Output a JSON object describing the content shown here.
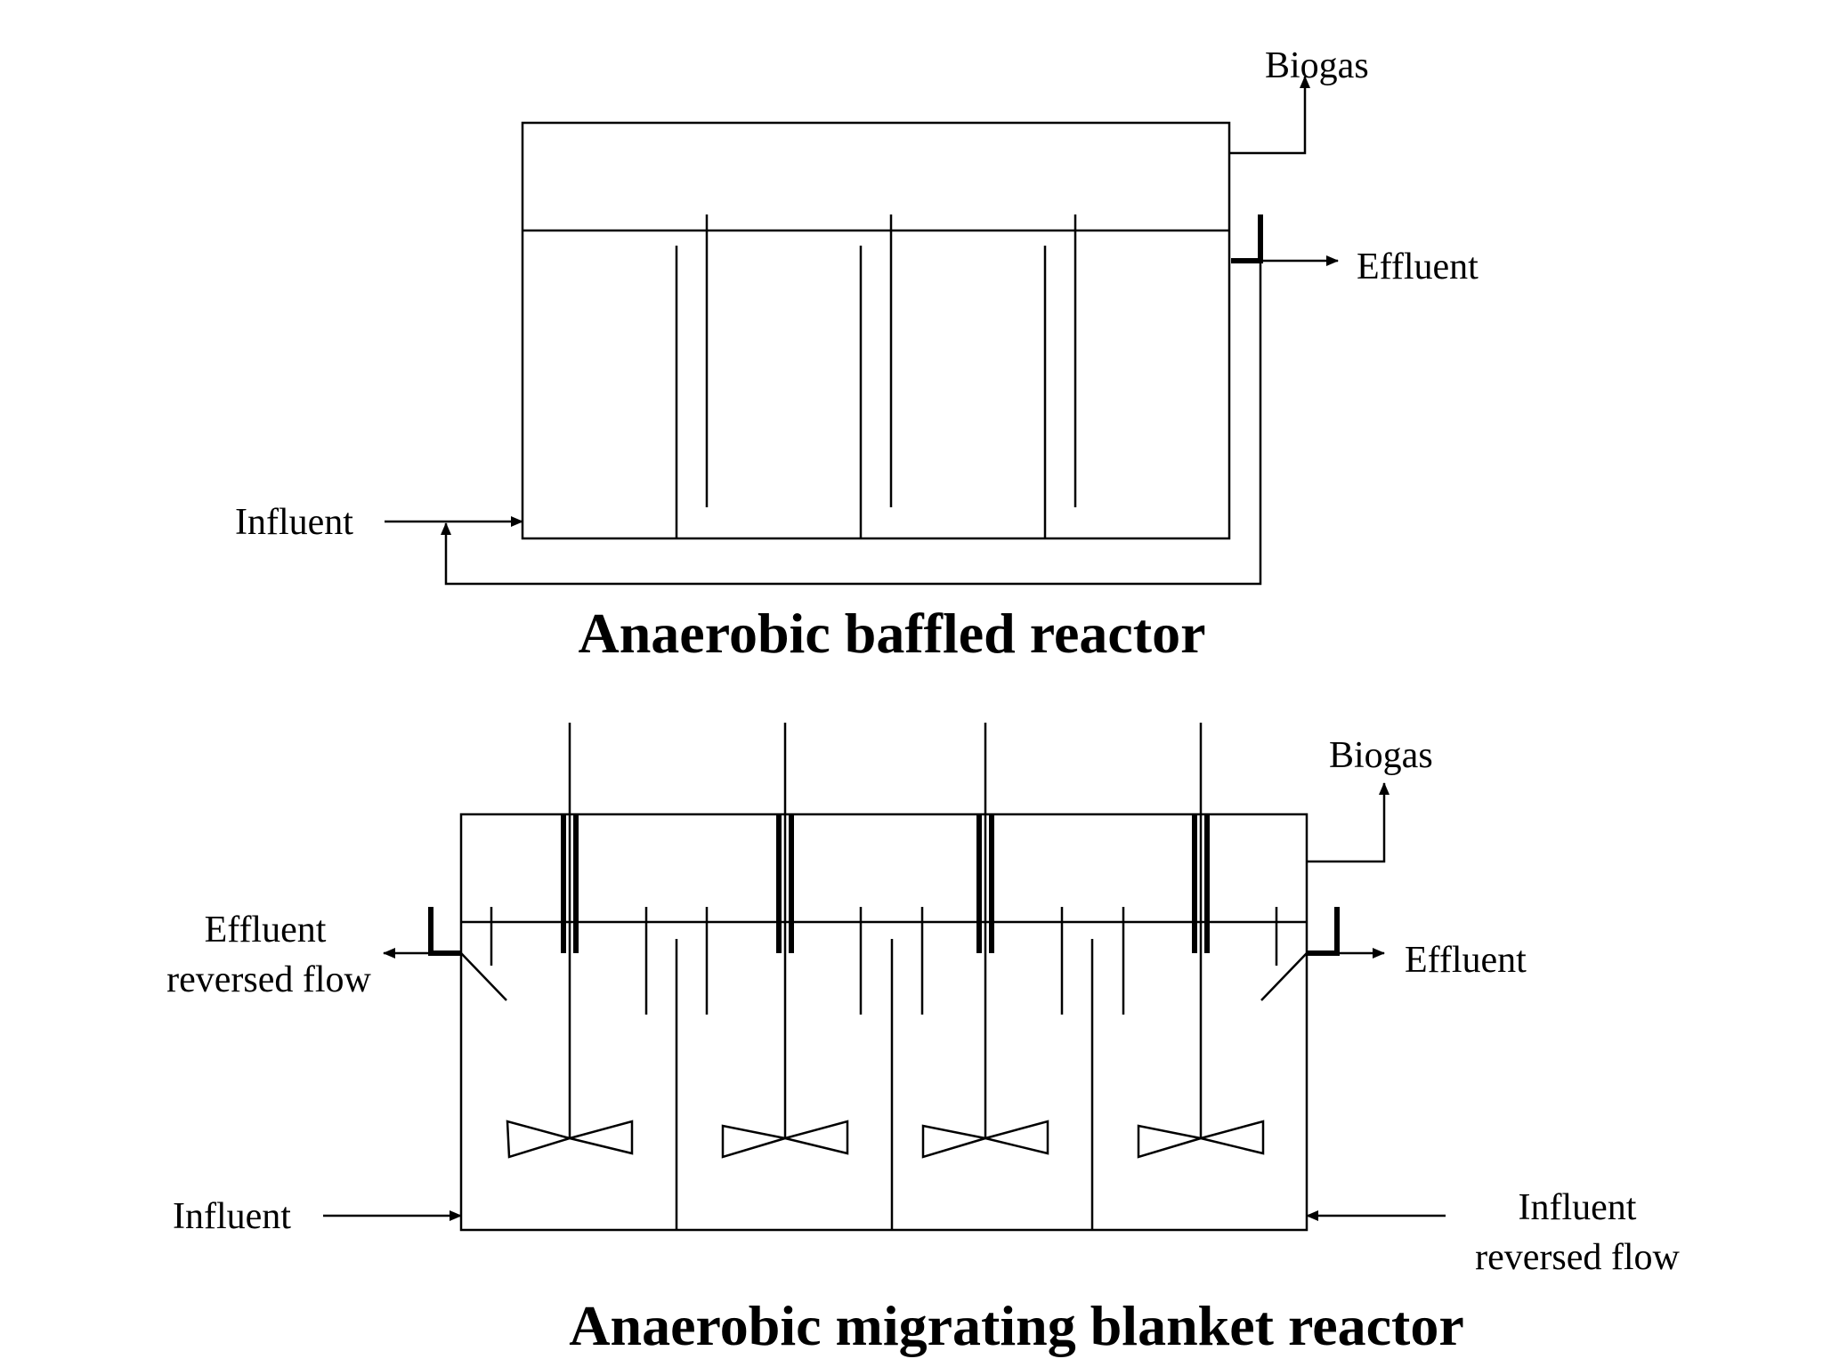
{
  "diagrams": [
    {
      "title": "Anaerobic baffled reactor",
      "labels": {
        "biogas": "Biogas",
        "effluent": "Effluent",
        "influent": "Influent"
      }
    },
    {
      "title": "Anaerobic migrating blanket reactor",
      "labels": {
        "biogas": "Biogas",
        "effluent": "Effluent",
        "effluent_reversed_line1": "Effluent",
        "effluent_reversed_line2": "reversed flow",
        "influent": "Influent",
        "influent_reversed_line1": "Influent",
        "influent_reversed_line2": "reversed flow"
      }
    }
  ]
}
